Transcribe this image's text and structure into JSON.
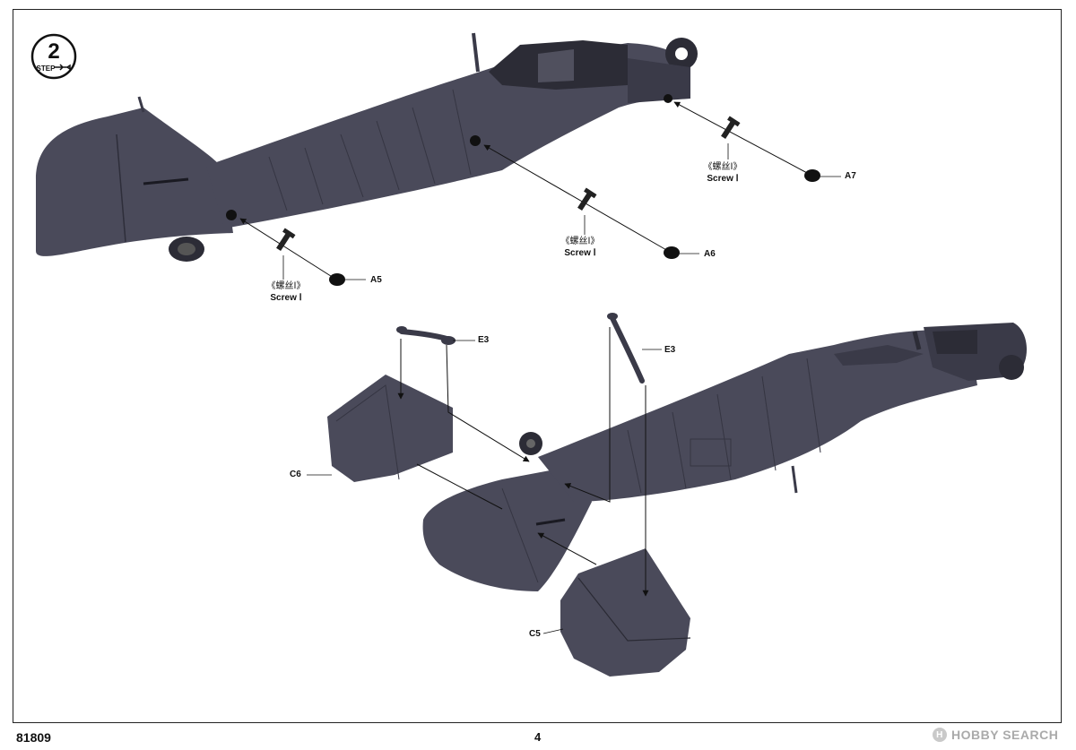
{
  "step": {
    "number": "2",
    "word": "STEP"
  },
  "callouts": {
    "a5": "A5",
    "a6": "A6",
    "a7": "A7",
    "e3_left": "E3",
    "e3_right": "E3",
    "c6": "C6",
    "c5": "C5"
  },
  "screw_labels": [
    {
      "zh": "《螺丝Ⅰ》",
      "en": "Screw Ⅰ"
    },
    {
      "zh": "《螺丝Ⅰ》",
      "en": "Screw Ⅰ"
    },
    {
      "zh": "《螺丝Ⅰ》",
      "en": "Screw Ⅰ"
    }
  ],
  "footer": {
    "code": "81809",
    "page": "4"
  },
  "watermark": {
    "logo": "H",
    "text": "HOBBY SEARCH"
  },
  "colors": {
    "part": "#4a4a5a",
    "part_dark": "#3a3a48",
    "line": "#111111"
  }
}
